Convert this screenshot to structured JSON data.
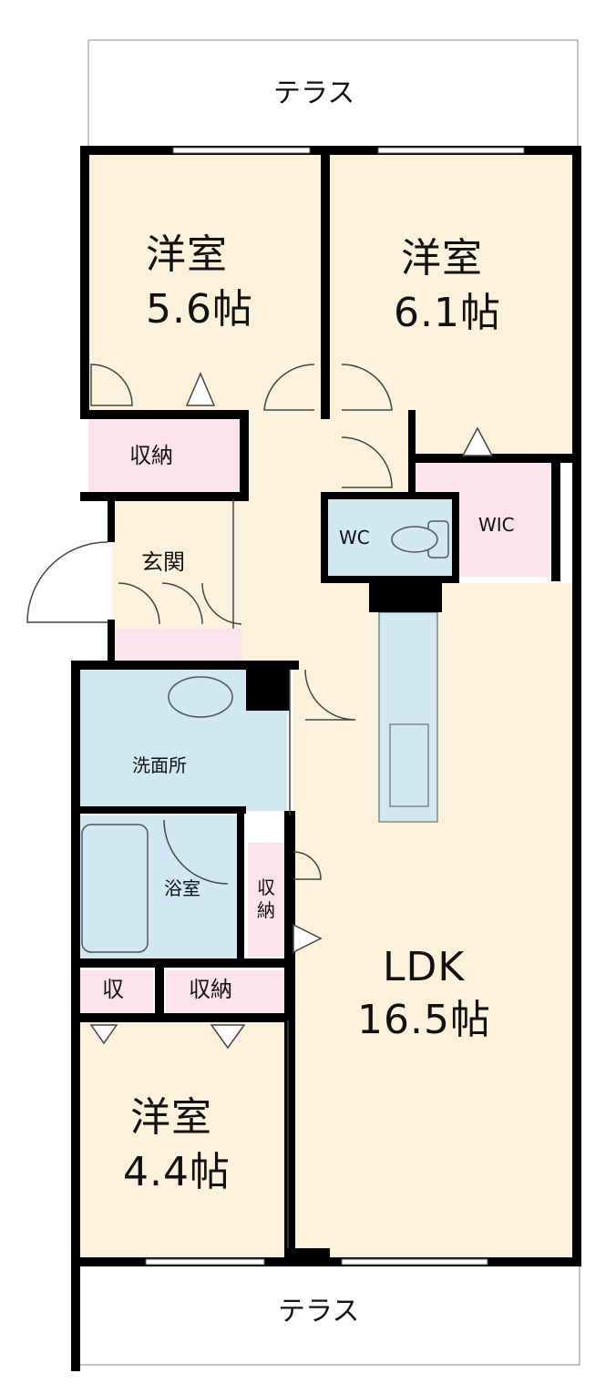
{
  "colors": {
    "room_floor": "#fcf2dc",
    "wet_area": "#cfe8f2",
    "storage": "#fae3ea",
    "wall": "#000000",
    "line": "#555555"
  },
  "rooms": {
    "terrace_top": "テラス",
    "western_a": {
      "name": "洋室",
      "size": "5.6帖"
    },
    "western_b": {
      "name": "洋室",
      "size": "6.1帖"
    },
    "storage_a": "収納",
    "entrance": "玄関",
    "wc": "WC",
    "wic": "WIC",
    "washroom": "洗面所",
    "bathroom": "浴室",
    "storage_b": "収納",
    "ldk": {
      "name": "LDK",
      "size": "16.5帖"
    },
    "storage_c": "収",
    "storage_d": "収納",
    "western_c": {
      "name": "洋室",
      "size": "4.4帖"
    },
    "terrace_bottom": "テラス"
  }
}
